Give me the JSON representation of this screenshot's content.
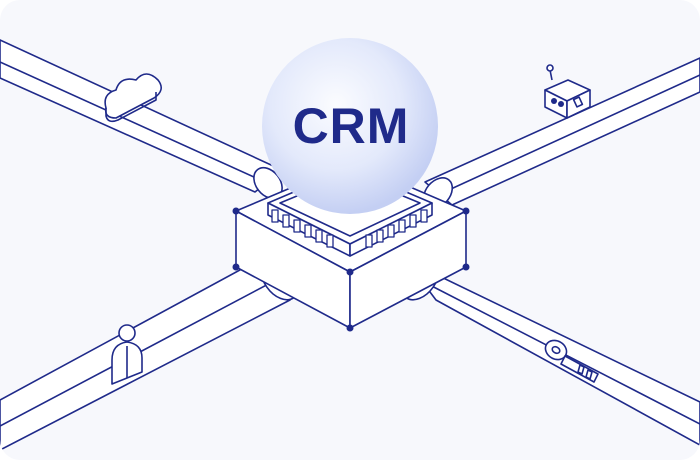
{
  "hub": {
    "label": "CRM"
  },
  "connectors": [
    {
      "id": "top-left",
      "icon": "cloud-icon"
    },
    {
      "id": "top-right",
      "icon": "robot-icon"
    },
    {
      "id": "bottom-left",
      "icon": "person-icon"
    },
    {
      "id": "bottom-right",
      "icon": "key-icon"
    }
  ],
  "colors": {
    "line": "#1f2a8a",
    "sphere_light": "#f4f6ff",
    "sphere_dark": "#c9d3f5",
    "background": "#f7f8fc",
    "fill": "#ffffff"
  }
}
